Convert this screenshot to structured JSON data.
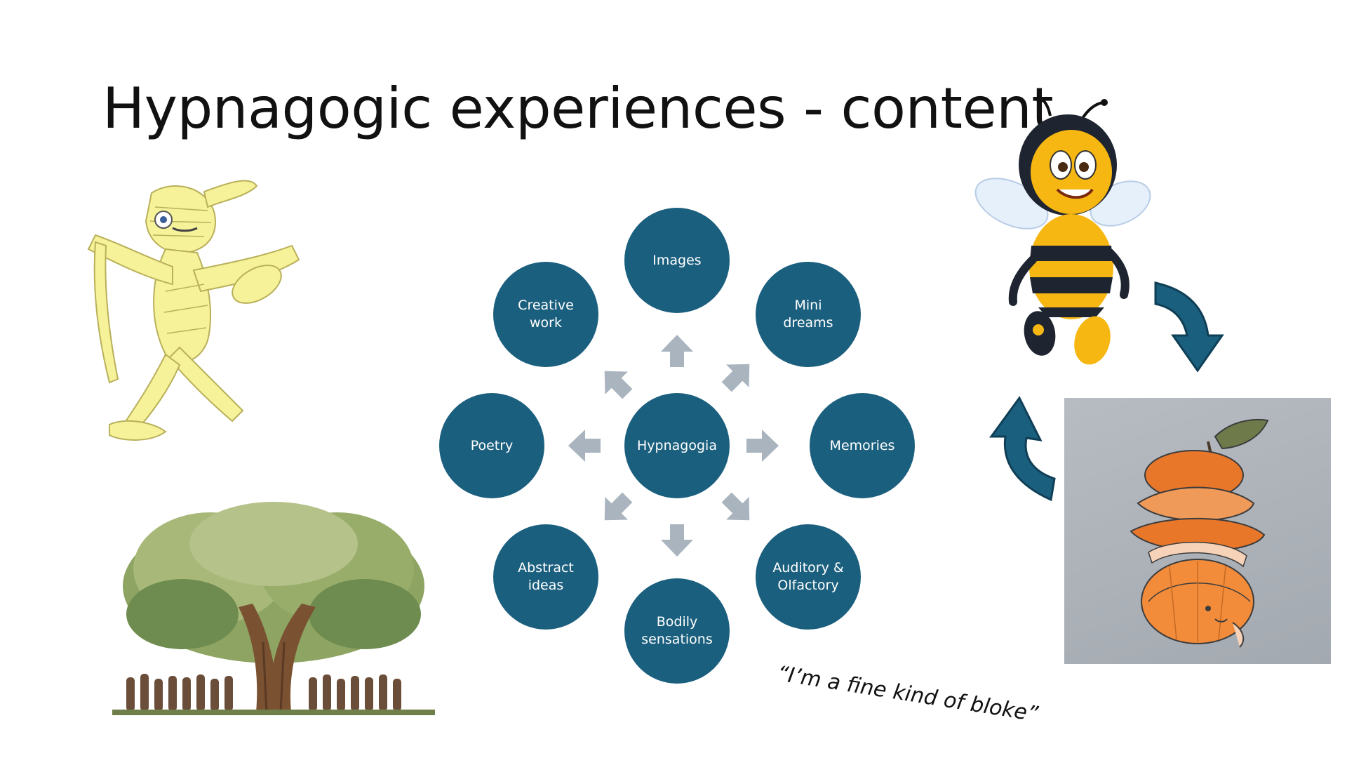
{
  "slide": {
    "title": "Hypnagogic experiences - content",
    "quote": "“I’m a fine kind of bloke”"
  },
  "diagram": {
    "center": "Hypnagogia",
    "nodes": [
      {
        "id": "images",
        "label": "Images"
      },
      {
        "id": "mini-dreams",
        "label": "Mini\ndreams"
      },
      {
        "id": "memories",
        "label": "Memories"
      },
      {
        "id": "auditory-olfactory",
        "label": "Auditory &\nOlfactory"
      },
      {
        "id": "bodily-sensations",
        "label": "Bodily\nsensations"
      },
      {
        "id": "abstract-ideas",
        "label": "Abstract\nideas"
      },
      {
        "id": "poetry",
        "label": "Poetry"
      },
      {
        "id": "creative-work",
        "label": "Creative\nwork"
      }
    ],
    "colors": {
      "node": "#1b5f7e",
      "arrow": "#a9b4bf",
      "curved_arrow": "#1b5f7e"
    }
  },
  "illustrations": {
    "mummy": "mummy-illustration",
    "tree": "family-tree-illustration",
    "bee": "bee-cartoon",
    "orange": "peeled-orange-illustration"
  }
}
